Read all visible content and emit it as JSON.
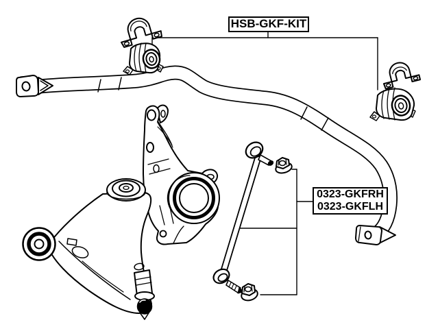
{
  "diagram": {
    "background_color": "#ffffff",
    "line_color": "#000000",
    "labels": {
      "kit": "HSB-GKF-KIT",
      "link_rh": "0323-GKFRH",
      "link_lh": "0323-GKFLH"
    }
  }
}
